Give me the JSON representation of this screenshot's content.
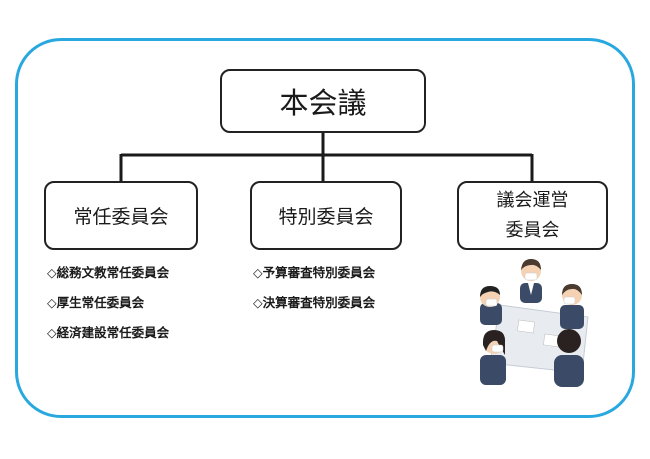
{
  "top": {
    "label": "本会議"
  },
  "committees": {
    "standing": {
      "label": "常任委員会"
    },
    "special": {
      "label": "特別委員会"
    },
    "steering": {
      "line1": "議会運営",
      "line2": "委員会"
    }
  },
  "standing_subcommittees": [
    "◇総務文教常任委員会",
    "◇厚生常任委員会",
    "◇経済建設常任委員会"
  ],
  "special_subcommittees": [
    "◇予算審査特別委員会",
    "◇決算審査特別委員会"
  ],
  "colors": {
    "frame": "#29a8e0",
    "line": "#1a1a1a"
  },
  "illustration": {
    "icon": "meeting-people-illustration"
  }
}
